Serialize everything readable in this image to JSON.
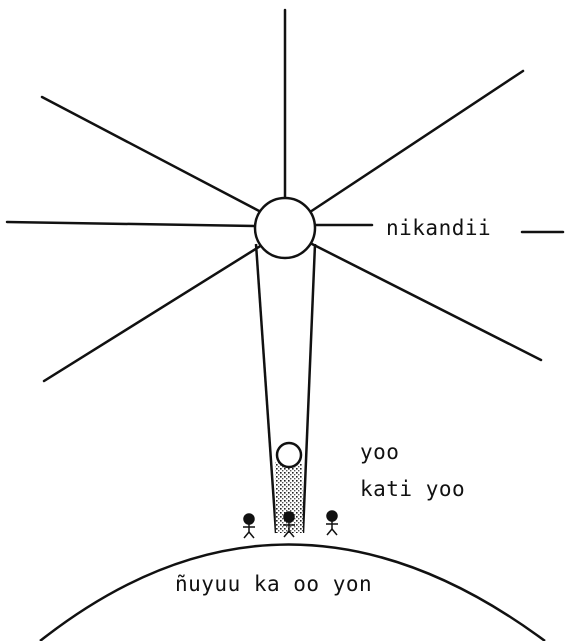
{
  "labels": {
    "sun": "nikandii",
    "moon_line1": "yoo",
    "moon_line2": "kati yoo",
    "earth": "ñuyuu ka oo yon"
  }
}
